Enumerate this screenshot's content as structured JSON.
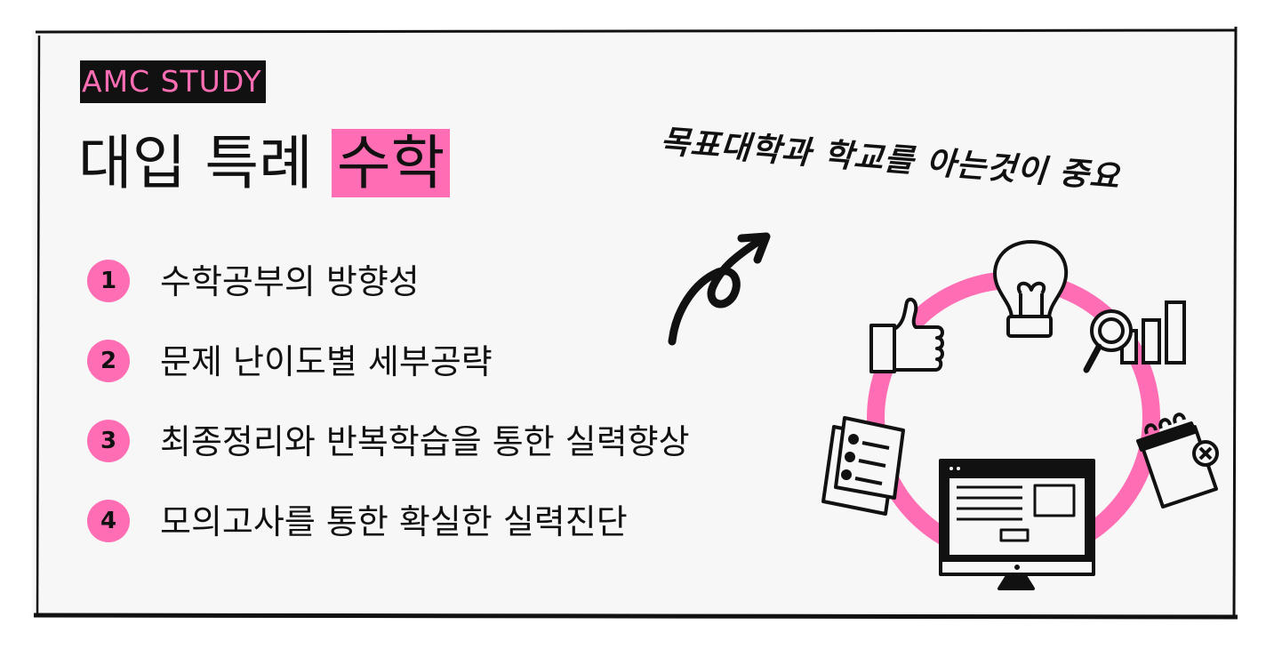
{
  "brand": {
    "label": "AMC STUDY"
  },
  "title": {
    "main": "대입 특례 ",
    "highlight": "수학"
  },
  "items": [
    {
      "number": "1",
      "text": "수학공부의 방향성"
    },
    {
      "number": "2",
      "text": "문제 난이도별 세부공략"
    },
    {
      "number": "3",
      "text": "최종정리와 반복학습을 통한 실력향상"
    },
    {
      "number": "4",
      "text": "모의고사를 통한 확실한 실력진단"
    }
  ],
  "handwritten_note": "목표대학과 학교를 아는것이 중요",
  "colors": {
    "accent": "#ff6eb4",
    "ink": "#111111",
    "background": "#f7f7f7"
  },
  "illustration": {
    "icons": [
      "lightbulb-icon",
      "magnifier-chart-icon",
      "calendar-icon",
      "monitor-icon",
      "documents-icon",
      "thumbs-up-icon",
      "curly-arrow-icon"
    ]
  }
}
